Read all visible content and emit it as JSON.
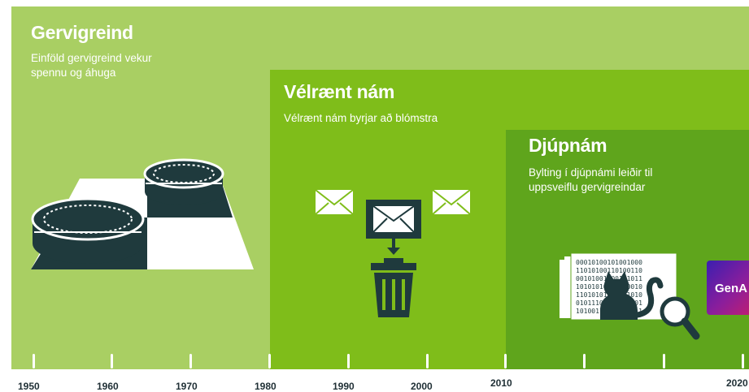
{
  "eras": {
    "ai": {
      "title": "Gervigreind",
      "description_line1": "Einföld gervigreind vekur",
      "description_line2": "spennu og áhuga"
    },
    "ml": {
      "title": "Vélrænt nám",
      "description": "Vélrænt nám byrjar að blómstra"
    },
    "dl": {
      "title": "Djúpnám",
      "description_line1": "Bylting í djúpnámi leiðir til",
      "description_line2": "uppsveiflu gervigreindar"
    }
  },
  "genai_tile": {
    "label": "GenA"
  },
  "timeline": {
    "years": [
      "1950",
      "1960",
      "1970",
      "1980",
      "1990",
      "2000",
      "2010",
      "2020"
    ]
  },
  "colors": {
    "ai_panel": "#a9cf63",
    "ml_panel": "#7fbd1a",
    "dl_panel": "#5fa51c",
    "icon_dark": "#1f3a3d"
  },
  "icons": [
    "checkers-board-icon",
    "envelope-icon",
    "trash-can-icon",
    "cat-image-data-icon",
    "magnifier-icon"
  ]
}
